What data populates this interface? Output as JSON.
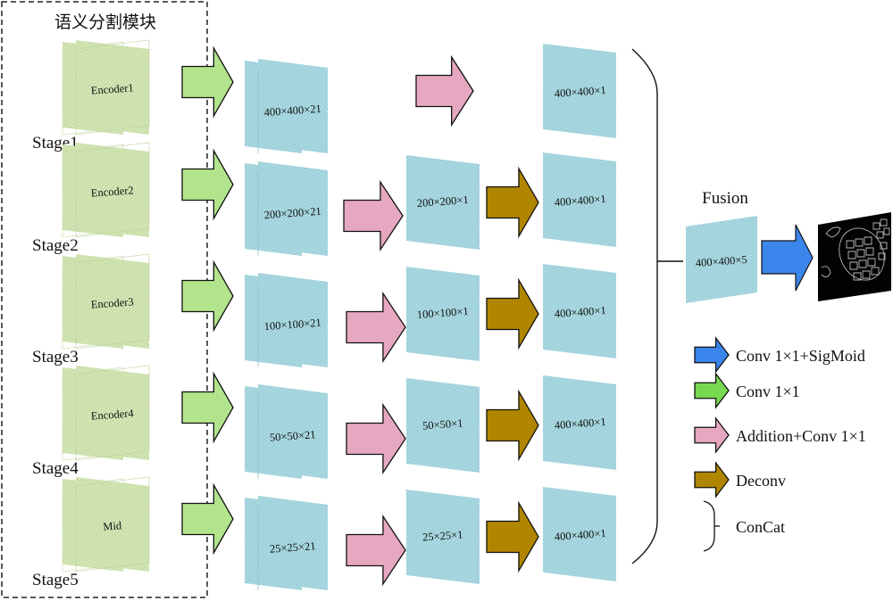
{
  "module": {
    "title": "语义分割模块"
  },
  "colors": {
    "encoder_fill": "#d4e6b4",
    "encoder_hatch": "#b4cc90",
    "feature_fill": "#a8d8e0",
    "feature_hatch": "#86c0cc",
    "conv1x1": "#b2e48c",
    "addition_conv": "#e6a8c0",
    "deconv": "#b08600",
    "conv_sigmoid": "#3a86ec",
    "legend_conv1x1": "#78d850"
  },
  "stages": [
    {
      "label": "Stage1",
      "encoder": "Encoder1",
      "side_output": "400×400×21",
      "reduced": null,
      "upsampled": "400×400×1"
    },
    {
      "label": "Stage2",
      "encoder": "Encoder2",
      "side_output": "200×200×21",
      "reduced": "200×200×1",
      "upsampled": "400×400×1"
    },
    {
      "label": "Stage3",
      "encoder": "Encoder3",
      "side_output": "100×100×21",
      "reduced": "100×100×1",
      "upsampled": "400×400×1"
    },
    {
      "label": "Stage4",
      "encoder": "Encoder4",
      "side_output": "50×50×21",
      "reduced": "50×50×1",
      "upsampled": "400×400×1"
    },
    {
      "label": "Stage5",
      "encoder": "Mid",
      "side_output": "25×25×21",
      "reduced": "25×25×1",
      "upsampled": "400×400×1"
    }
  ],
  "fusion": {
    "title": "Fusion",
    "map": "400×400×5",
    "output_image": "segmentation-output"
  },
  "legend": [
    {
      "kind": "arrow",
      "color_key": "conv_sigmoid",
      "label": "Conv 1×1+SigMoid"
    },
    {
      "kind": "arrow",
      "color_key": "legend_conv1x1",
      "label": "Conv 1×1"
    },
    {
      "kind": "arrow",
      "color_key": "addition_conv",
      "label": "Addition+Conv 1×1"
    },
    {
      "kind": "arrow",
      "color_key": "deconv",
      "label": "Deconv"
    },
    {
      "kind": "brace",
      "label": "ConCat"
    }
  ]
}
